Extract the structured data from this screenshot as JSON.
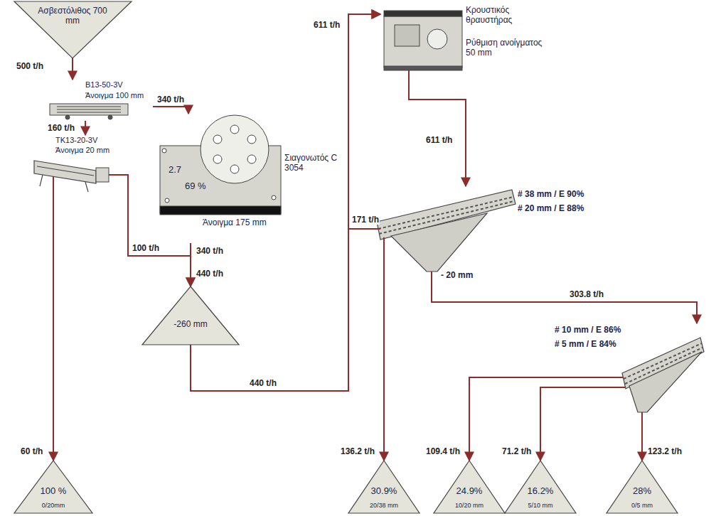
{
  "diagram": {
    "nodes": [
      {
        "text": [
          "Ασβεστόλιθος 700 mm"
        ]
      },
      {
        "text": [
          "B13-50-3V",
          "Άνοιγμα 100 mm"
        ]
      },
      {
        "text": [
          "Σιαγονωτός C 3054",
          "2.7",
          "69 %",
          "Άνοιγμα 175 mm"
        ]
      },
      {
        "text": [
          "TK13-20-3V",
          "Άνοιγμα 20 mm"
        ]
      },
      {
        "text": [
          "-260 mm"
        ]
      },
      {
        "text": [
          "Κρουστικός θραυστήρας",
          "Ρύθμιση ανοίγματος 50 mm"
        ]
      },
      {
        "text": [
          "# 38 mm / E 90%",
          "# 20 mm / E 88%",
          "- 20 mm"
        ]
      },
      {
        "text": [
          "# 10 mm / E 86%",
          "# 5 mm / E 84%"
        ]
      },
      {
        "text": [
          "100 %",
          "0/20mm"
        ]
      },
      {
        "text": [
          "30.9%",
          "20/38 mm"
        ]
      },
      {
        "text": [
          "24.9%",
          "10/20 mm"
        ]
      },
      {
        "text": [
          "16.2%",
          "5/10 mm"
        ]
      },
      {
        "text": [
          "28%",
          "0/5 mm"
        ]
      }
    ],
    "edges": [
      {
        "from": 0,
        "to": 1,
        "label": "500 t/h",
        "arrow": "to"
      },
      {
        "from": 1,
        "to": 3,
        "label": "160 t/h",
        "arrow": "to"
      },
      {
        "from": 1,
        "to": 2,
        "label": "340 t/h",
        "arrow": "to"
      },
      {
        "from": 3,
        "to": 4,
        "label": "100 t/h",
        "arrow": "to"
      },
      {
        "from": 2,
        "to": 4,
        "label": "340 t/h",
        "arrow": "to"
      },
      {
        "from": 3,
        "to": 8,
        "label": "60 t/h",
        "arrow": "to"
      },
      {
        "from": 4,
        "to": 5,
        "label": "440 t/h",
        "arrow": "to"
      },
      {
        "from": 5,
        "to": 6,
        "label": "611 t/h",
        "arrow": "to"
      },
      {
        "from": 6,
        "to": 5,
        "label": "171 t/h",
        "arrow": "to"
      },
      {
        "from": 6,
        "to": 9,
        "label": "136.2 t/h",
        "arrow": "to"
      },
      {
        "from": 6,
        "to": 7,
        "label": "303.8 t/h",
        "arrow": "to"
      },
      {
        "from": 7,
        "to": 10,
        "label": "109.4 t/h",
        "arrow": "to"
      },
      {
        "from": 7,
        "to": 11,
        "label": "71.2 t/h",
        "arrow": "to"
      },
      {
        "from": 7,
        "to": 12,
        "label": "123.2 t/h",
        "arrow": "to"
      }
    ],
    "labels": [
      "440 t/h",
      "611 t/h"
    ]
  }
}
